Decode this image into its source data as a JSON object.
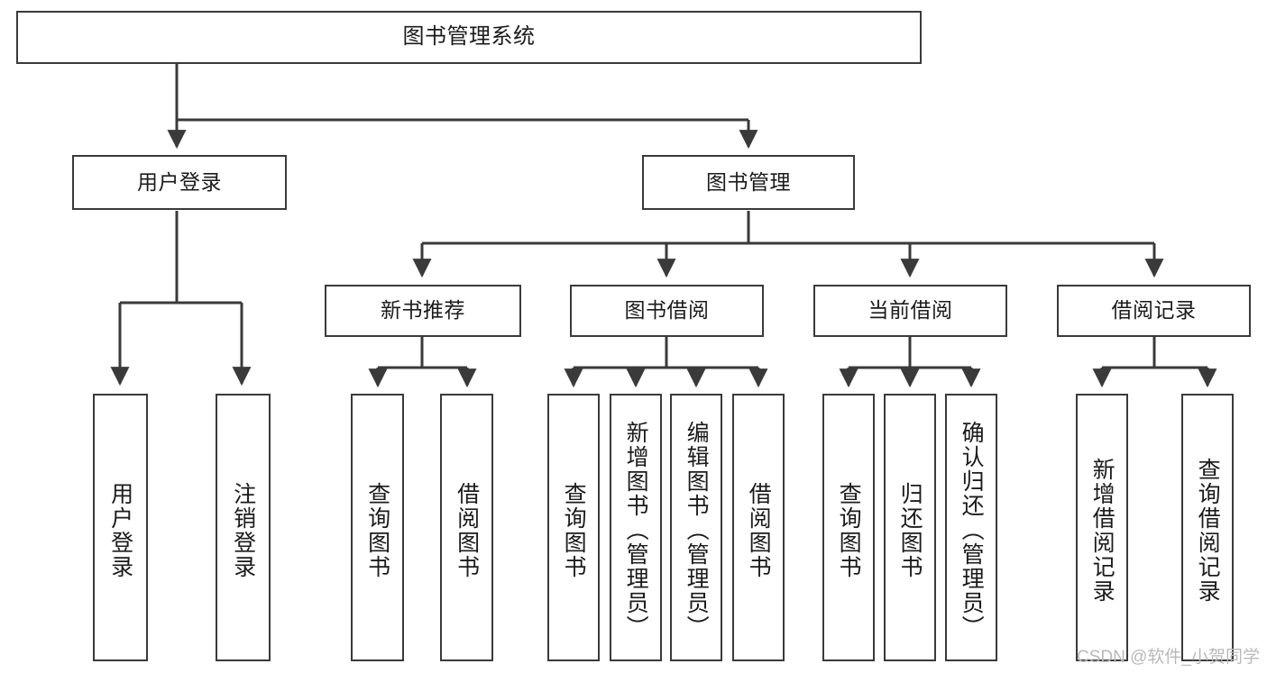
{
  "diagram": {
    "type": "tree-hierarchy-chart",
    "title": "图书管理系统",
    "background_color": "#ffffff",
    "line_color": "#3a3a3a",
    "box_fill": "#ffffff",
    "levels": 4
  },
  "nodes": {
    "root": {
      "label": "图书管理系统",
      "level": 1
    },
    "l2": [
      {
        "id": "user-login",
        "label": "用户登录",
        "level": 2
      },
      {
        "id": "book-manage",
        "label": "图书管理",
        "level": 2
      }
    ],
    "l3": [
      {
        "id": "new-book-recommend",
        "label": "新书推荐",
        "level": 3,
        "parent": "book-manage"
      },
      {
        "id": "book-borrow",
        "label": "图书借阅",
        "level": 3,
        "parent": "book-manage"
      },
      {
        "id": "current-borrow",
        "label": "当前借阅",
        "level": 3,
        "parent": "book-manage"
      },
      {
        "id": "borrow-record",
        "label": "借阅记录",
        "level": 3,
        "parent": "book-manage"
      }
    ],
    "leaves": [
      {
        "id": "leaf-user-login",
        "label": "用户登录",
        "parent": "user-login"
      },
      {
        "id": "leaf-user-logout",
        "label": "注销登录",
        "parent": "user-login"
      },
      {
        "id": "leaf-query-book-1",
        "label": "查询图书",
        "parent": "new-book-recommend"
      },
      {
        "id": "leaf-borrow-book-1",
        "label": "借阅图书",
        "parent": "new-book-recommend"
      },
      {
        "id": "leaf-query-book-2",
        "label": "查询图书",
        "parent": "book-borrow"
      },
      {
        "id": "leaf-add-book",
        "label": "新增图书（管理员）",
        "parent": "book-borrow"
      },
      {
        "id": "leaf-edit-book",
        "label": "编辑图书（管理员）",
        "parent": "book-borrow"
      },
      {
        "id": "leaf-borrow-book-2",
        "label": "借阅图书",
        "parent": "book-borrow"
      },
      {
        "id": "leaf-query-book-3",
        "label": "查询图书",
        "parent": "current-borrow"
      },
      {
        "id": "leaf-return-book",
        "label": "归还图书",
        "parent": "current-borrow"
      },
      {
        "id": "leaf-confirm-return",
        "label": "确认归还（管理员）",
        "parent": "current-borrow"
      },
      {
        "id": "leaf-add-record",
        "label": "新增借阅记录",
        "parent": "borrow-record"
      },
      {
        "id": "leaf-query-record",
        "label": "查询借阅记录",
        "parent": "borrow-record"
      }
    ]
  },
  "watermark": {
    "text": "CSDN @软件_小贺同学",
    "color": "#b9b9b9"
  }
}
